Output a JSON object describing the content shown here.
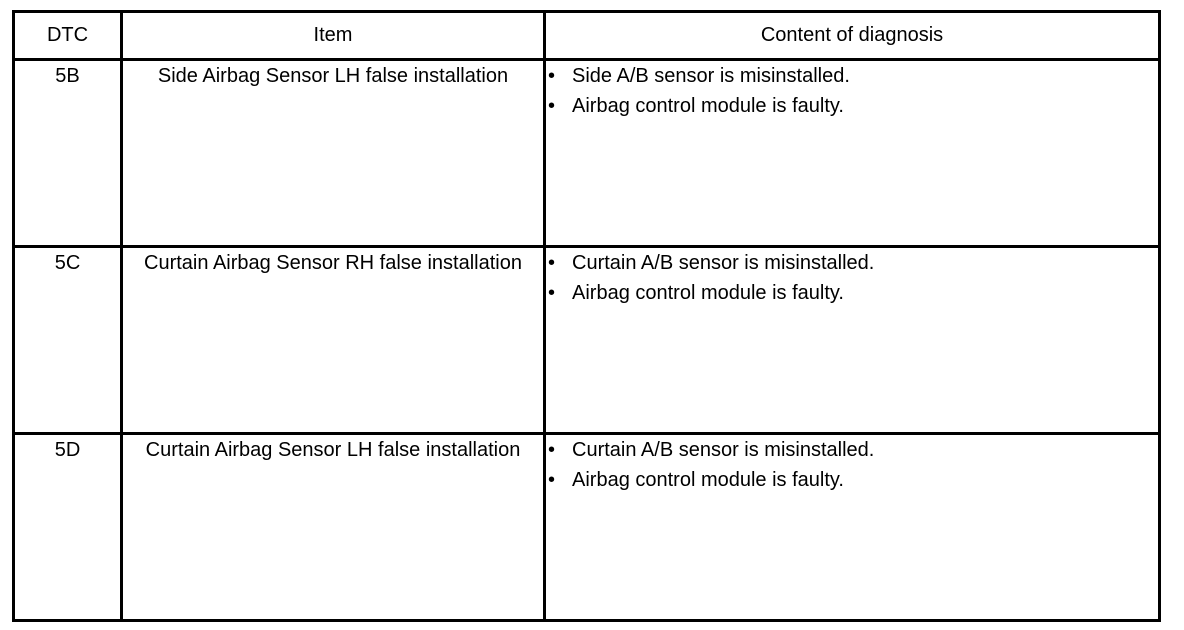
{
  "table": {
    "headers": {
      "dtc": "DTC",
      "item": "Item",
      "diagnosis": "Content of diagnosis"
    },
    "rows": [
      {
        "dtc": "5B",
        "item": "Side Airbag Sensor LH false installation",
        "diagnosis": [
          "Side A/B sensor is misinstalled.",
          "Airbag control module is faulty."
        ],
        "bullet_glyph_1": "•",
        "bullet_glyph_2": "•"
      },
      {
        "dtc": "5C",
        "item": "Curtain Airbag Sensor RH false installation",
        "diagnosis": [
          "Curtain A/B sensor is misinstalled.",
          "Airbag control module is faulty."
        ],
        "bullet_glyph_1": "•",
        "bullet_glyph_2": "•"
      },
      {
        "dtc": "5D",
        "item": "Curtain Airbag Sensor LH false installation",
        "diagnosis": [
          "Curtain A/B sensor is misinstalled.",
          "Airbag control module is faulty."
        ],
        "bullet_glyph_1": "•",
        "bullet_glyph_2": "•"
      }
    ]
  },
  "colors": {
    "border": "#000000",
    "text": "#000000",
    "background": "#ffffff"
  }
}
